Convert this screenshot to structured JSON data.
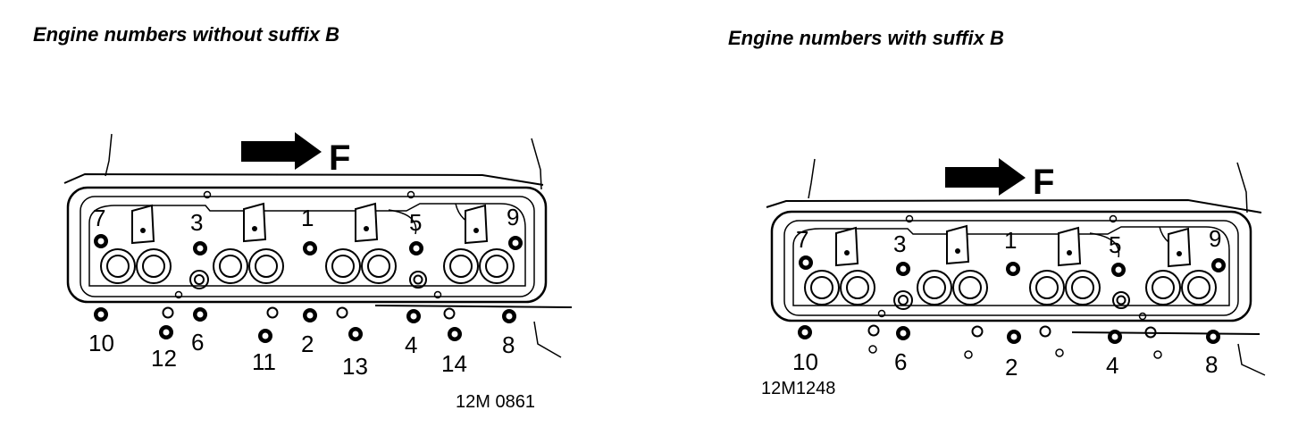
{
  "headings": {
    "left": "Engine numbers without suffix B",
    "right": "Engine numbers with suffix B"
  },
  "front_label": "F",
  "left_diagram": {
    "reference": "12M 0861",
    "labels": [
      "7",
      "3",
      "1",
      "5",
      "9",
      "10",
      "12",
      "6",
      "11",
      "2",
      "13",
      "4",
      "14",
      "8"
    ]
  },
  "right_diagram": {
    "reference": "12M1248",
    "labels": [
      "7",
      "3",
      "1",
      "5",
      "9",
      "10",
      "6",
      "2",
      "4",
      "8"
    ]
  }
}
